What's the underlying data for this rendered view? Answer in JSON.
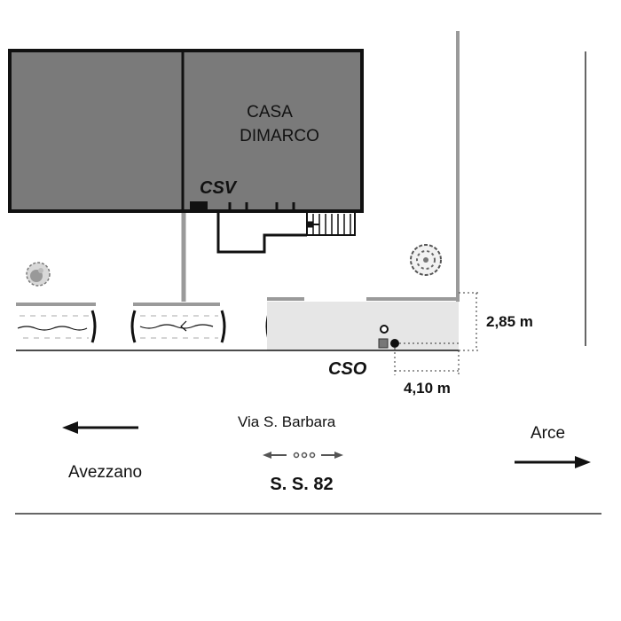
{
  "building": {
    "name_line1": "CASA",
    "name_line2": "DIMARCO"
  },
  "markers": {
    "csv": "CSV",
    "cso": "CSO"
  },
  "dimensions": {
    "width": "2,85 m",
    "depth": "4,10 m"
  },
  "road": {
    "street": "Via  S.  Barbara",
    "highway": "S. S. 82",
    "west_destination": "Avezzano",
    "east_destination": "Arce"
  },
  "colors": {
    "building_fill": "#7a7a7a",
    "outline": "#111111",
    "fence": "#9a9a9a",
    "platform": "#e6e6e6"
  }
}
